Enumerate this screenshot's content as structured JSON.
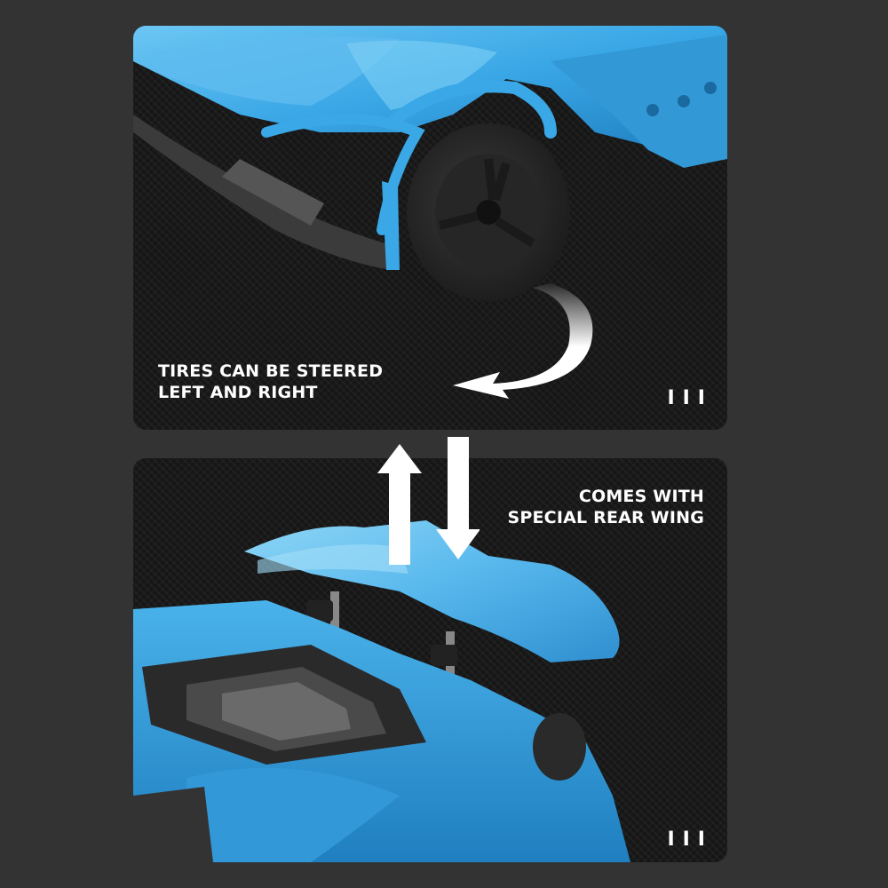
{
  "panels": {
    "top": {
      "caption_line1": "TIRES CAN BE STEERED",
      "caption_line2": "LEFT AND RIGHT",
      "tally": "III"
    },
    "bottom": {
      "caption_line1": "COMES WITH",
      "caption_line2": "SPECIAL REAR WING",
      "tally": "III"
    }
  },
  "colors": {
    "background": "#333333",
    "panel": "#161616",
    "car_blue": "#3aa7e6",
    "tire": "#2a2a2a",
    "text": "#ffffff"
  },
  "icons": {
    "steer_arrow": "curved-arrow-icon",
    "wing_arrows": "up-down-arrows-icon",
    "tally_mark": "tally-marks-icon"
  }
}
